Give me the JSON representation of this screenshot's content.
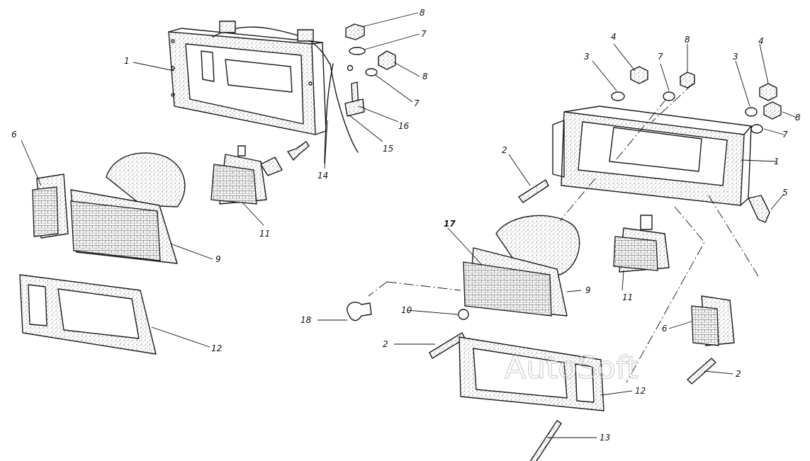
{
  "labels_left": {
    "l1": "1",
    "l6": "6",
    "l7a": "7",
    "l7b": "7",
    "l8a": "8",
    "l8b": "8",
    "l9": "9",
    "l11": "11",
    "l12": "12",
    "l14": "14",
    "l15": "15",
    "l16": "16"
  },
  "labels_right": {
    "r1": "1",
    "r2a": "2",
    "r2b": "2",
    "r2c": "2",
    "r3a": "3",
    "r3b": "3",
    "r4a": "4",
    "r4b": "4",
    "r5": "5",
    "r6": "6",
    "r7a": "7",
    "r7b": "7",
    "r8a": "8",
    "r8b": "8",
    "r9": "9",
    "r10": "10",
    "r11": "11",
    "r12": "12",
    "r13": "13",
    "r17": "17",
    "r18": "18"
  },
  "watermark": "AutoSoft"
}
